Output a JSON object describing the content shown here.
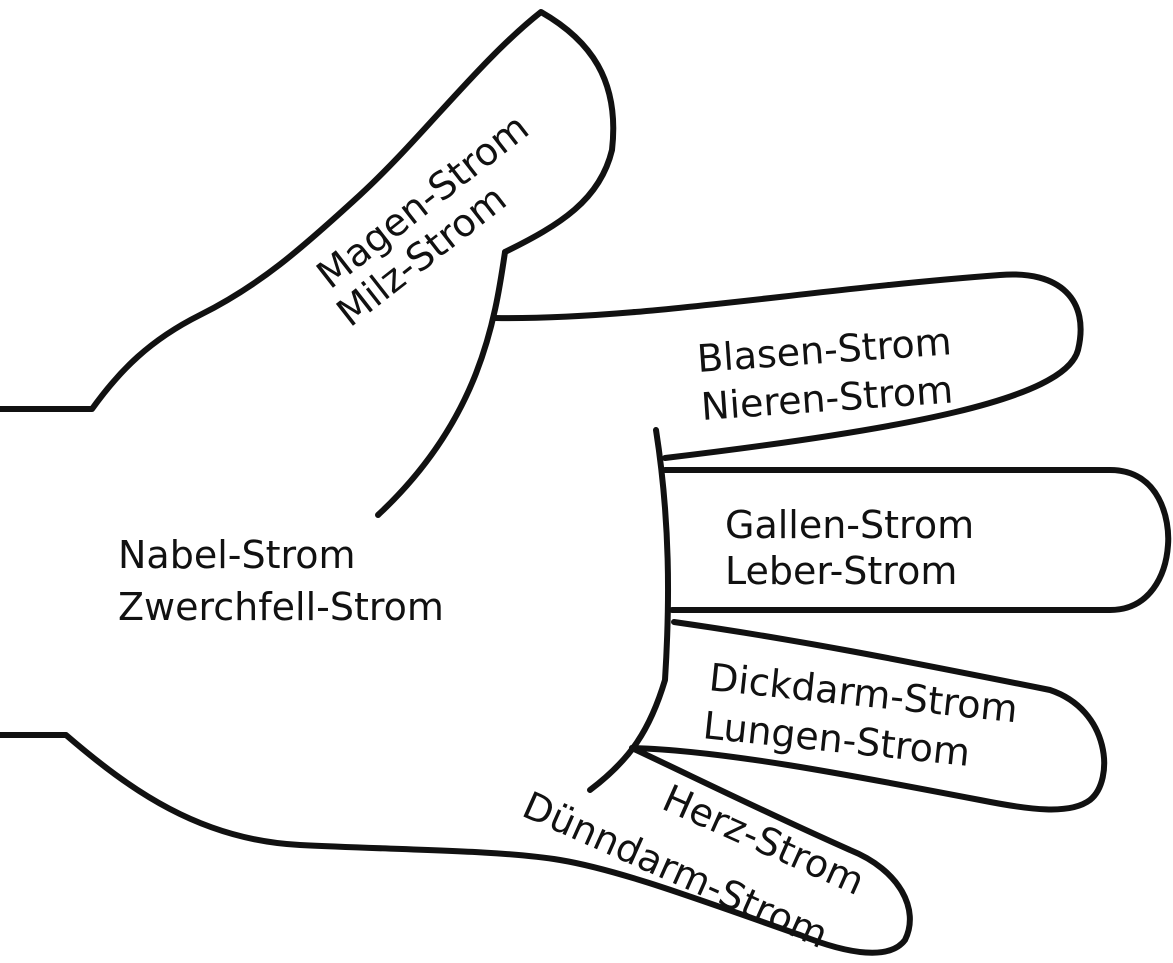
{
  "diagram": {
    "title": "Hand meridian flows",
    "stroke_color": "#111111",
    "background": "#ffffff",
    "regions": [
      {
        "id": "thumb",
        "lines": [
          "Magen-Strom",
          "Milz-Strom"
        ]
      },
      {
        "id": "index",
        "lines": [
          "Blasen-Strom",
          "Nieren-Strom"
        ]
      },
      {
        "id": "middle",
        "lines": [
          "Gallen-Strom",
          "Leber-Strom"
        ]
      },
      {
        "id": "ring",
        "lines": [
          "Dickdarm-Strom",
          "Lungen-Strom"
        ]
      },
      {
        "id": "little",
        "lines": [
          "Herz-Strom",
          "Dünndarm-Strom"
        ]
      },
      {
        "id": "palm",
        "lines": [
          "Nabel-Strom",
          "Zwerchfell-Strom"
        ]
      }
    ]
  }
}
